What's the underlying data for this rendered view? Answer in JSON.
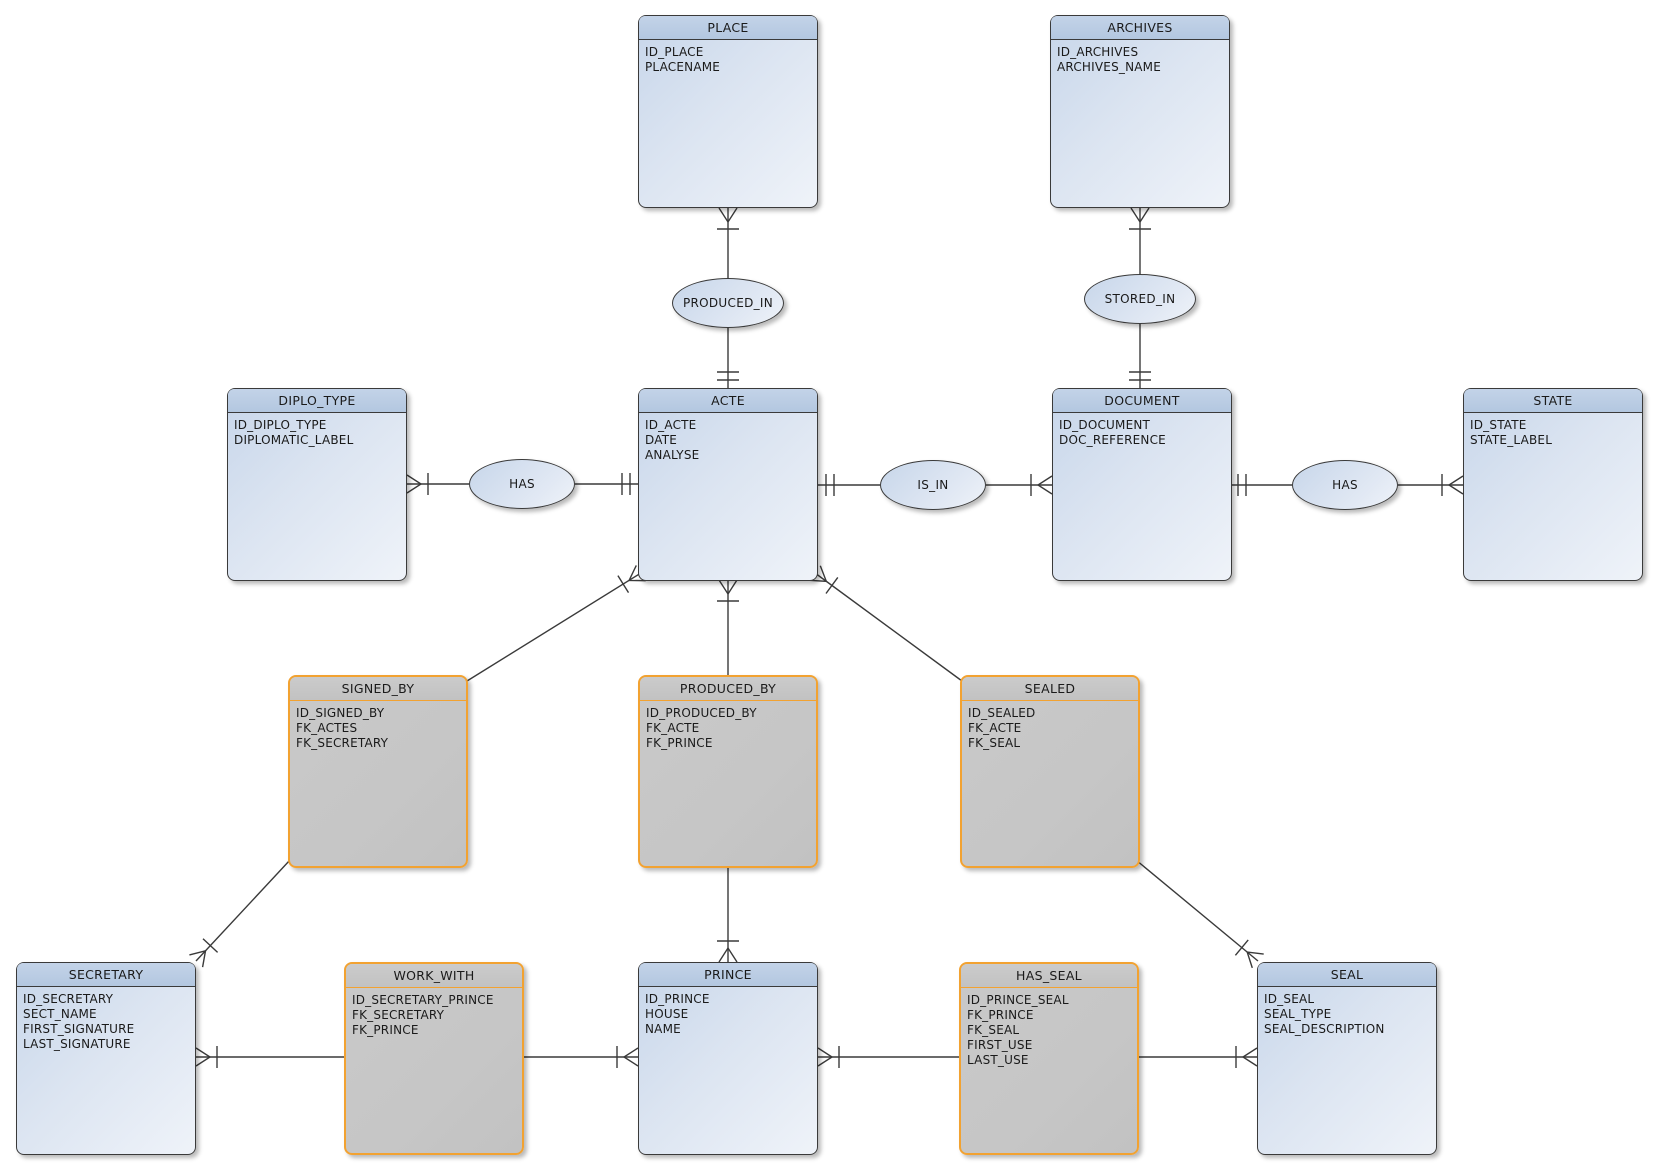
{
  "colors": {
    "entity_border": "#3a3a3a",
    "entity_header_top": "#c3d3e8",
    "entity_header_bottom": "#b3c7e0",
    "entity_body_dark": "#c7d6ea",
    "entity_body_light": "#eff3f9",
    "assoc_border": "#f2a231",
    "assoc_fill": "#c6c6c6",
    "line_color": "#3a3a3a",
    "text_color": "#1a1a1a"
  },
  "entities": {
    "place": {
      "title": "PLACE",
      "fields": [
        "ID_PLACE",
        "PLACENAME"
      ]
    },
    "archives": {
      "title": "ARCHIVES",
      "fields": [
        "ID_ARCHIVES",
        "ARCHIVES_NAME"
      ]
    },
    "diplo_type": {
      "title": "DIPLO_TYPE",
      "fields": [
        "ID_DIPLO_TYPE",
        "DIPLOMATIC_LABEL"
      ]
    },
    "acte": {
      "title": "ACTE",
      "fields": [
        "ID_ACTE",
        "DATE",
        "ANALYSE"
      ]
    },
    "document": {
      "title": "DOCUMENT",
      "fields": [
        "ID_DOCUMENT",
        "DOC_REFERENCE"
      ]
    },
    "state": {
      "title": "STATE",
      "fields": [
        "ID_STATE",
        "STATE_LABEL"
      ]
    },
    "signed_by": {
      "title": "SIGNED_BY",
      "fields": [
        "ID_SIGNED_BY",
        "FK_ACTES",
        "FK_SECRETARY"
      ]
    },
    "produced_by": {
      "title": "PRODUCED_BY",
      "fields": [
        "ID_PRODUCED_BY",
        "FK_ACTE",
        "FK_PRINCE"
      ]
    },
    "sealed": {
      "title": "SEALED",
      "fields": [
        "ID_SEALED",
        "FK_ACTE",
        "FK_SEAL"
      ]
    },
    "secretary": {
      "title": "SECRETARY",
      "fields": [
        "ID_SECRETARY",
        "SECT_NAME",
        "FIRST_SIGNATURE",
        "LAST_SIGNATURE"
      ]
    },
    "work_with": {
      "title": "WORK_WITH",
      "fields": [
        "ID_SECRETARY_PRINCE",
        "FK_SECRETARY",
        "FK_PRINCE"
      ]
    },
    "prince": {
      "title": "PRINCE",
      "fields": [
        "ID_PRINCE",
        "HOUSE",
        "NAME"
      ]
    },
    "has_seal": {
      "title": "HAS_SEAL",
      "fields": [
        "ID_PRINCE_SEAL",
        "FK_PRINCE",
        "FK_SEAL",
        "FIRST_USE",
        "LAST_USE"
      ]
    },
    "seal": {
      "title": "SEAL",
      "fields": [
        "ID_SEAL",
        "SEAL_TYPE",
        "SEAL_DESCRIPTION"
      ]
    }
  },
  "relationships": {
    "produced_in": {
      "label": "PRODUCED_IN"
    },
    "stored_in": {
      "label": "STORED_IN"
    },
    "has_diplo": {
      "label": "HAS"
    },
    "is_in": {
      "label": "IS_IN"
    },
    "has_state": {
      "label": "HAS"
    }
  },
  "connections": [
    {
      "from": "PLACE",
      "via": "PRODUCED_IN",
      "to": "ACTE",
      "from_end": "many",
      "to_end": "one-one"
    },
    {
      "from": "ARCHIVES",
      "via": "STORED_IN",
      "to": "DOCUMENT",
      "from_end": "many",
      "to_end": "one-one"
    },
    {
      "from": "DIPLO_TYPE",
      "via": "HAS",
      "to": "ACTE",
      "from_end": "many-one",
      "to_end": "one-one"
    },
    {
      "from": "ACTE",
      "via": "IS_IN",
      "to": "DOCUMENT",
      "from_end": "one-one",
      "to_end": "one-many"
    },
    {
      "from": "DOCUMENT",
      "via": "HAS",
      "to": "STATE",
      "from_end": "one-one",
      "to_end": "one-many"
    },
    {
      "from": "ACTE",
      "to": "PRODUCED_BY",
      "from_end": "many-one",
      "to_end": "plain"
    },
    {
      "from": "PRODUCED_BY",
      "to": "PRINCE",
      "from_end": "plain",
      "to_end": "one-many"
    },
    {
      "from": "ACTE",
      "to": "SIGNED_BY",
      "from_end": "many-one",
      "to_end": "plain"
    },
    {
      "from": "SIGNED_BY",
      "to": "SECRETARY",
      "from_end": "plain",
      "to_end": "many-one"
    },
    {
      "from": "ACTE",
      "to": "SEALED",
      "from_end": "many-one",
      "to_end": "plain"
    },
    {
      "from": "SEALED",
      "to": "SEAL",
      "from_end": "plain",
      "to_end": "many-one"
    },
    {
      "from": "SECRETARY",
      "to": "WORK_WITH",
      "from_end": "many-one",
      "to_end": "plain"
    },
    {
      "from": "WORK_WITH",
      "to": "PRINCE",
      "from_end": "plain",
      "to_end": "one-many"
    },
    {
      "from": "PRINCE",
      "to": "HAS_SEAL",
      "from_end": "many-one",
      "to_end": "plain"
    },
    {
      "from": "HAS_SEAL",
      "to": "SEAL",
      "from_end": "plain",
      "to_end": "one-many"
    }
  ]
}
